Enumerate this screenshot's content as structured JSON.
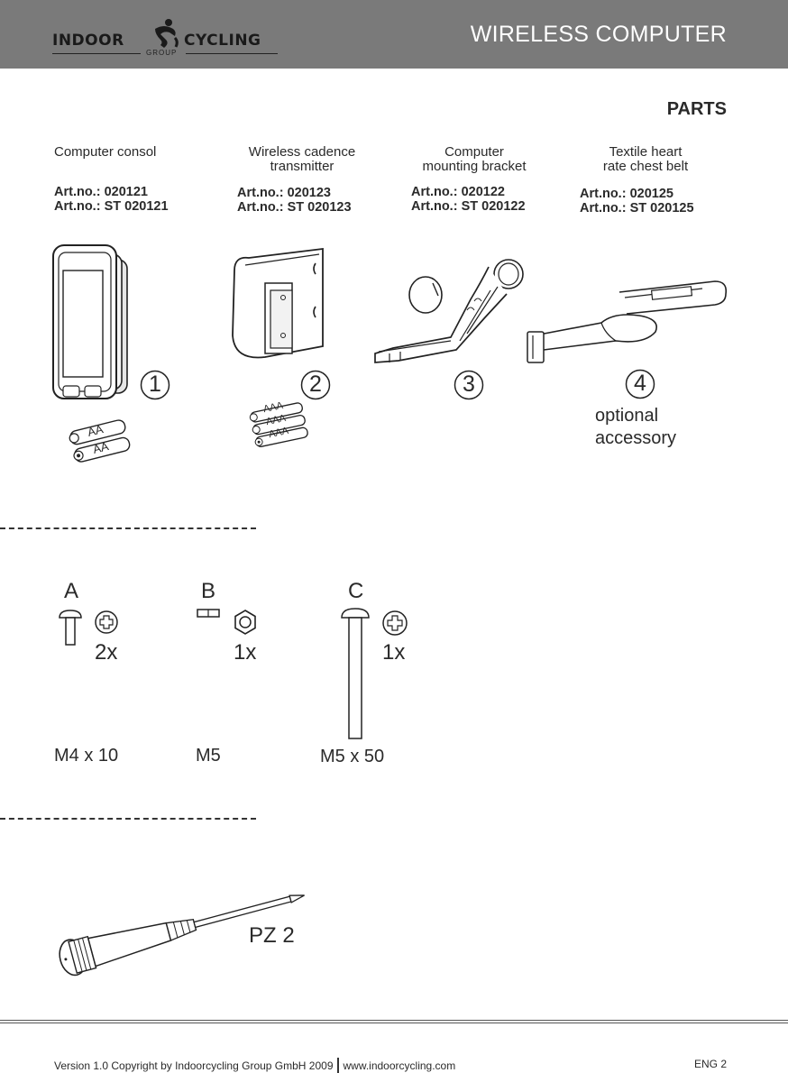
{
  "header": {
    "logo_left": "INDOOR",
    "logo_right": "CYCLING",
    "logo_sub": "GROUP",
    "title": "WIRELESS COMPUTER"
  },
  "section_title": "PARTS",
  "parts": [
    {
      "name_line1": "Computer consol",
      "name_line2": "",
      "art1": "Art.no.: 020121",
      "art2": "Art.no.: ST 020121",
      "number": "1",
      "battery": "AA"
    },
    {
      "name_line1": "Wireless cadence",
      "name_line2": "transmitter",
      "art1": "Art.no.: 020123",
      "art2": "Art.no.: ST 020123",
      "number": "2",
      "battery": "AAA"
    },
    {
      "name_line1": "Computer",
      "name_line2": "mounting bracket",
      "art1": "Art.no.: 020122",
      "art2": "Art.no.: ST 020122",
      "number": "3"
    },
    {
      "name_line1": "Textile heart",
      "name_line2": "rate chest belt",
      "art1": "Art.no.: 020125",
      "art2": "Art.no.: ST 020125",
      "number": "4",
      "note_line1": "optional",
      "note_line2": "accessory"
    }
  ],
  "screws": [
    {
      "letter": "A",
      "qty": "2x",
      "size": "M4 x 10"
    },
    {
      "letter": "B",
      "qty": "1x",
      "size": "M5"
    },
    {
      "letter": "C",
      "qty": "1x",
      "size": "M5 x 50"
    }
  ],
  "tool": {
    "label": "PZ 2"
  },
  "footer": {
    "copyright": "Version 1.0 Copyright by Indoorcycling Group GmbH 2009",
    "url": "www.indoorcycling.com",
    "page": "ENG 2"
  }
}
